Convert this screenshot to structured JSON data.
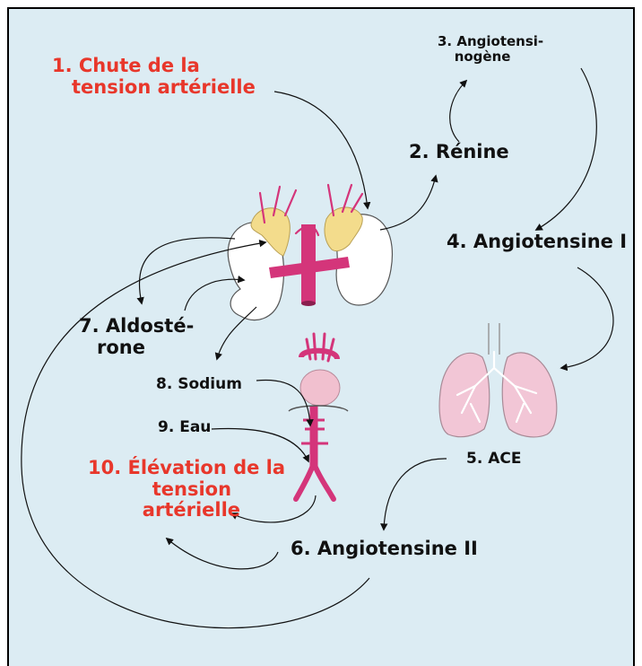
{
  "labels": {
    "step1_line1": "1. Chute de la",
    "step1_line2": "tension artérielle",
    "step2": "2. Rénine",
    "step3_line1": "3. Angiotensi-",
    "step3_line2": "nogène",
    "step4": "4. Angiotensine I",
    "step5": "5. ACE",
    "step6": "6. Angiotensine II",
    "step7_line1": "7. Aldosté-",
    "step7_line2": "rone",
    "step8": "8. Sodium",
    "step9": "9. Eau",
    "step10_line1": "10. Élévation de la",
    "step10_line2": "tension",
    "step10_line3": "artérielle"
  },
  "colors": {
    "background": "#dcecf3",
    "highlight_text": "#e8372b",
    "kidney": "#ffffff",
    "adrenal": "#f3dc8c",
    "vessel": "#d4357a",
    "lung": "#f2c6d6",
    "heart": "#f1c0cf"
  }
}
